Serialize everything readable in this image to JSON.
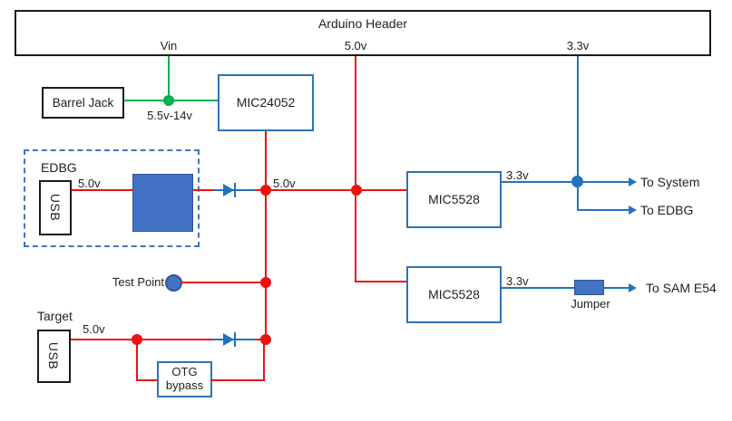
{
  "header": {
    "title": "Arduino Header",
    "pins": {
      "vin": "Vin",
      "v5": "5.0v",
      "v33": "3.3v"
    }
  },
  "blocks": {
    "barrel_jack": "Barrel Jack",
    "regulator": "MIC24052",
    "ldo_top": "MIC5528",
    "ldo_bottom": "MIC5528",
    "otg_line1": "OTG",
    "otg_line2": "bypass",
    "usb_edbg": "USB",
    "usb_target": "USB"
  },
  "groups": {
    "edbg": "EDBG",
    "target": "Target"
  },
  "labels": {
    "barrel_range": "5.5v-14v",
    "edbg_5v": "5.0v",
    "bus_5v": "5.0v",
    "target_5v": "5.0v",
    "ldo_top_out": "3.3v",
    "ldo_bottom_out": "3.3v",
    "test_point": "Test Point",
    "jumper": "Jumper"
  },
  "outputs": {
    "to_system": "To System",
    "to_edbg": "To EDBG",
    "to_sam_e54": "To SAM E54"
  },
  "colors": {
    "red": "#ee1111",
    "green": "#00b050",
    "blue": "#2173bd",
    "fill_blue": "#4472c4",
    "fill_blue_border": "#2f5597",
    "box_border_blue": "#2e74b5",
    "black": "#1a1a1a",
    "text": "#1f1f1f"
  }
}
